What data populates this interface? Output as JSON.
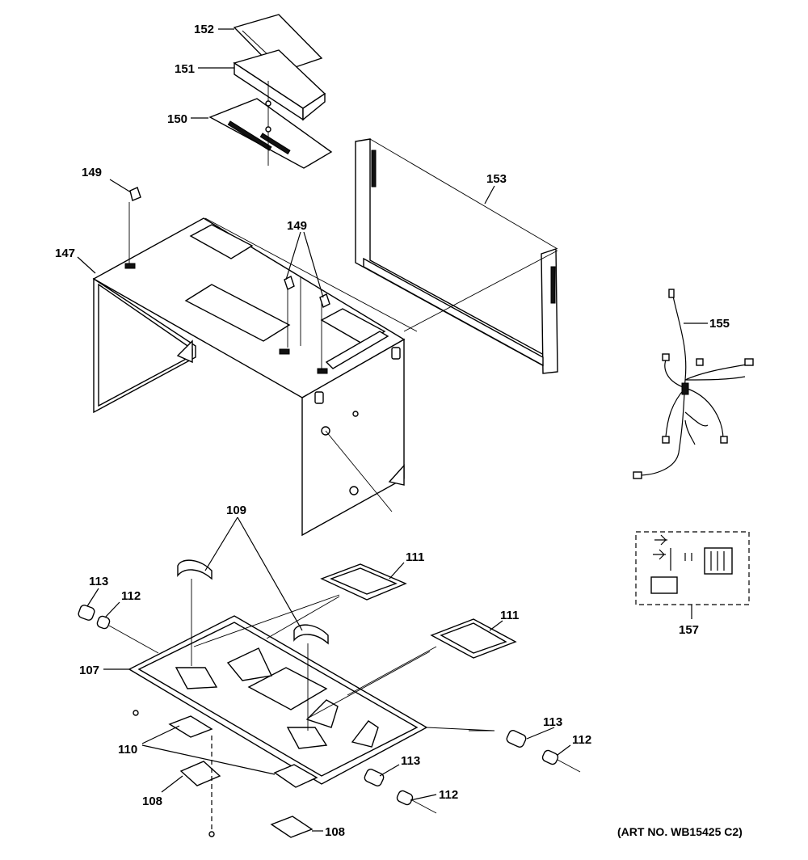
{
  "labels": {
    "p152": "152",
    "p151": "151",
    "p150": "150",
    "p149a": "149",
    "p149b": "149",
    "p147": "147",
    "p153": "153",
    "p155": "155",
    "p109": "109",
    "p111a": "111",
    "p111b": "111",
    "p113a": "113",
    "p112a": "112",
    "p107": "107",
    "p157": "157",
    "p113b": "113",
    "p112b": "112",
    "p113c": "113",
    "p112c": "112",
    "p110": "110",
    "p108a": "108",
    "p108b": "108"
  },
  "art_number": "(ART NO. WB15425 C2)"
}
